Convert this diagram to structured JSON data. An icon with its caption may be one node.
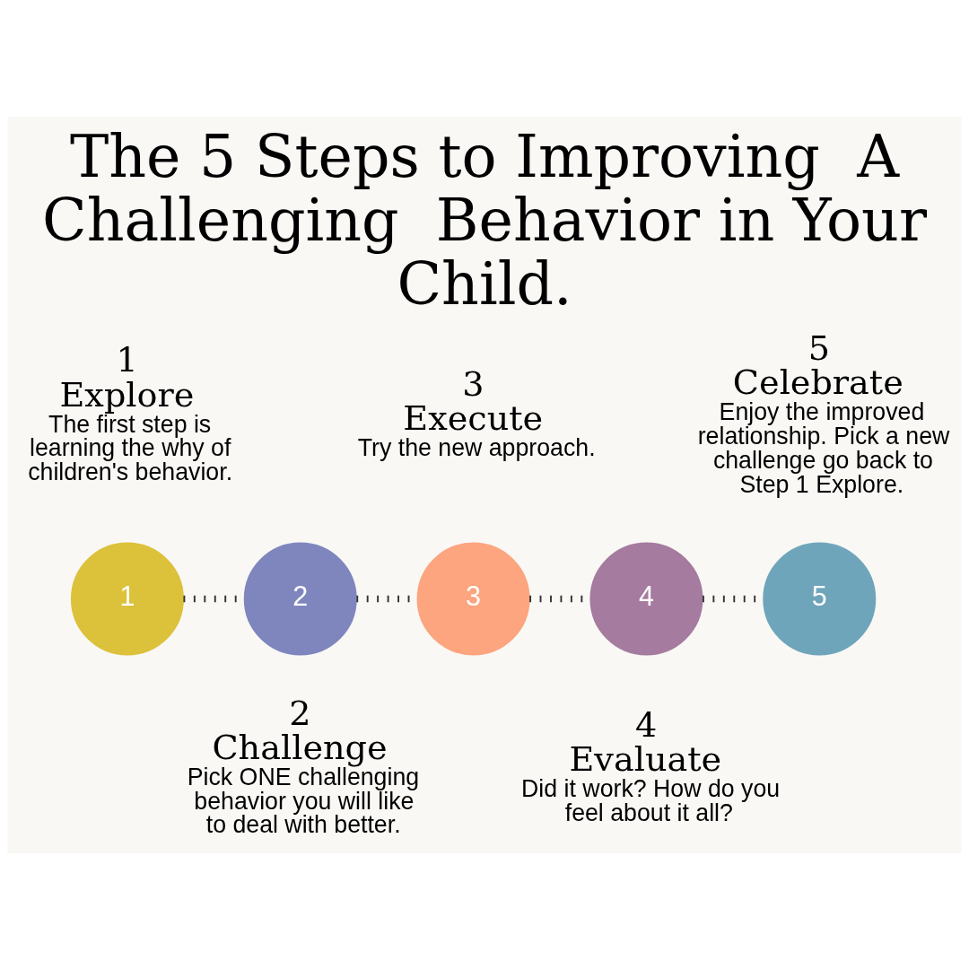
{
  "diagram": {
    "title": "The 5 Steps to Improving  A Challenging  Behavior in Your Child.",
    "nodes": [
      {
        "text": [
          "1"
        ],
        "beside": [
          "1",
          "Explore",
          "The first step is learning the why of children's behavior."
        ]
      },
      {
        "text": [
          "2"
        ],
        "beside": [
          "2",
          "Challenge",
          "Pick ONE challenging behavior you will like to deal with better."
        ]
      },
      {
        "text": [
          "3"
        ],
        "beside": [
          "3",
          "Execute",
          "Try the new approach."
        ]
      },
      {
        "text": [
          "4"
        ],
        "beside": [
          "4",
          "Evaluate",
          "Did it work? How do you feel about it all?"
        ]
      },
      {
        "text": [
          "5"
        ],
        "beside": [
          "5",
          "Celebrate",
          "Enjoy the improved relationship. Pick a new challenge go back to Step 1 Explore."
        ]
      }
    ],
    "edges": [
      {
        "from": 0,
        "to": 1,
        "arrow": "none",
        "style": "dashed"
      },
      {
        "from": 1,
        "to": 2,
        "arrow": "none",
        "style": "dashed"
      },
      {
        "from": 2,
        "to": 3,
        "arrow": "none",
        "style": "dashed"
      },
      {
        "from": 3,
        "to": 4,
        "arrow": "none",
        "style": "dashed"
      }
    ]
  }
}
